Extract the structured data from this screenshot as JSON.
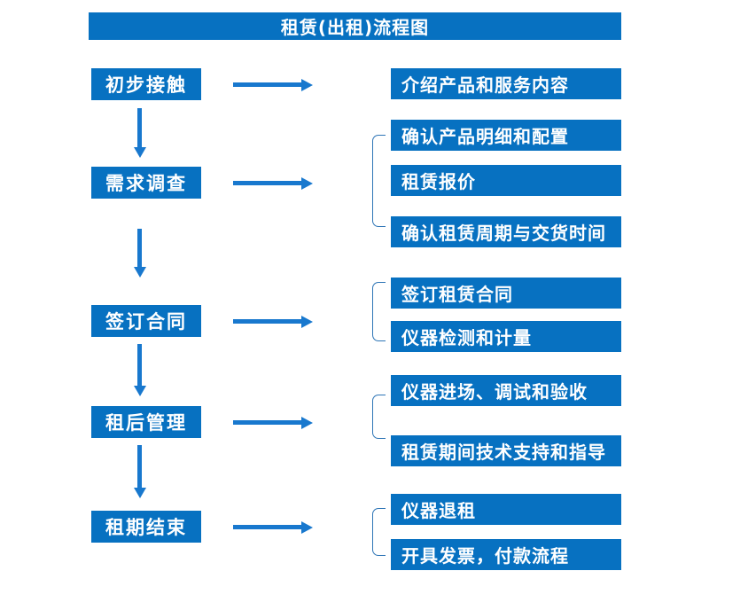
{
  "title": "租赁(出租)流程图",
  "colors": {
    "box_blue": "#0771C1",
    "arrow_blue": "#1878CE",
    "bracket_blue": "#2E75B6",
    "text_white": "#FFFFFF",
    "background": "#FFFFFF"
  },
  "steps": [
    {
      "label": "初步接触",
      "details": [
        "介绍产品和服务内容"
      ]
    },
    {
      "label": "需求调查",
      "details": [
        "确认产品明细和配置",
        "租赁报价",
        "确认租赁周期与交货时间"
      ]
    },
    {
      "label": "签订合同",
      "details": [
        "签订租赁合同",
        "仪器检测和计量"
      ]
    },
    {
      "label": "租后管理",
      "details": [
        "仪器进场、调试和验收",
        "租赁期间技术支持和指导"
      ]
    },
    {
      "label": "租期结束",
      "details": [
        "仪器退租",
        "开具发票，付款流程"
      ]
    }
  ]
}
